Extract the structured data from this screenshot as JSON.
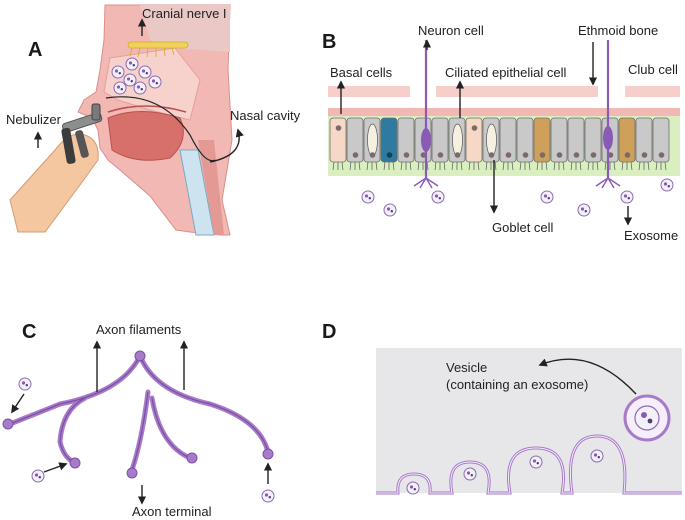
{
  "panels": {
    "a": {
      "letter": "A",
      "labels": {
        "cranial_nerve": "Cranial nerve I",
        "nebulizer": "Nebulizer",
        "nasal_cavity": "Nasal cavity"
      }
    },
    "b": {
      "letter": "B",
      "labels": {
        "neuron_cell": "Neuron cell",
        "ethmoid_bone": "Ethmoid bone",
        "basal_cells": "Basal cells",
        "ciliated_epithelial": "Ciliated epithelial cell",
        "club_cell": "Club cell",
        "goblet_cell": "Goblet cell",
        "exosome": "Exosome"
      }
    },
    "c": {
      "letter": "C",
      "labels": {
        "axon_filaments": "Axon filaments",
        "axon_terminal": "Axon terminal"
      }
    },
    "d": {
      "letter": "D",
      "labels": {
        "vesicle_line1": "Vesicle",
        "vesicle_line2": "(containing an exosome)"
      }
    }
  },
  "colors": {
    "tissue_pink": "#f2b8b4",
    "tissue_dark": "#e08f8a",
    "neuron_purple": "#8a5bb5",
    "membrane_purple": "#a77bc8",
    "epithelium_green": "#d9efc0",
    "cell_gray": "#c9c9c9",
    "goblet_cell": "#cfa05a",
    "basal_blue": "#2f7aa0",
    "bone_yellow": "#f0d25a",
    "skin": "#f4c7a0",
    "cytoplasm_gray": "#e7e7ea"
  }
}
